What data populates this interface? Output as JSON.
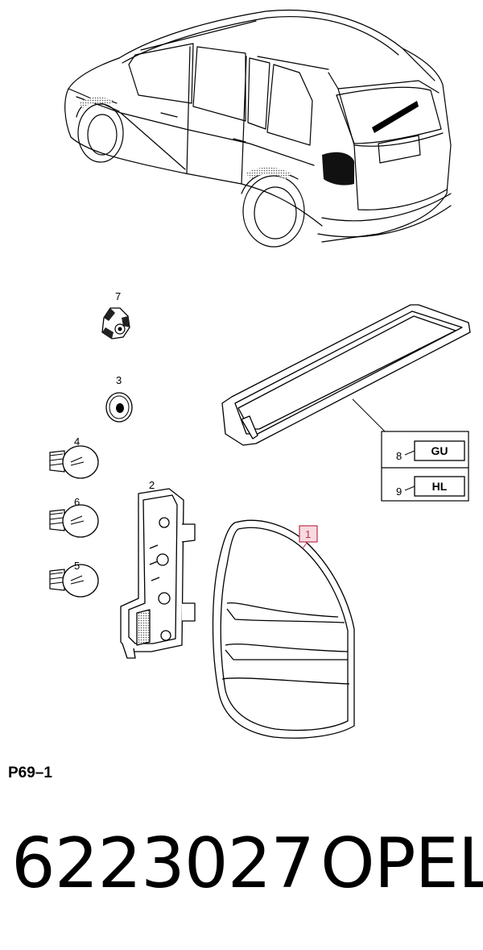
{
  "diagram": {
    "callouts": [
      {
        "id": "c7",
        "label": "7"
      },
      {
        "id": "c3",
        "label": "3"
      },
      {
        "id": "c4",
        "label": "4"
      },
      {
        "id": "c6",
        "label": "6"
      },
      {
        "id": "c5",
        "label": "5"
      },
      {
        "id": "c2",
        "label": "2"
      },
      {
        "id": "c1",
        "label": "1"
      },
      {
        "id": "c8",
        "label": "8"
      },
      {
        "id": "c9",
        "label": "9"
      }
    ],
    "variants": [
      {
        "callout": "8",
        "code": "GU"
      },
      {
        "callout": "9",
        "code": "HL"
      }
    ],
    "highlight_color": "#c0304a"
  },
  "footer": {
    "page_code": "P69–1",
    "part_number": "6223027",
    "brand": "OPEL"
  }
}
